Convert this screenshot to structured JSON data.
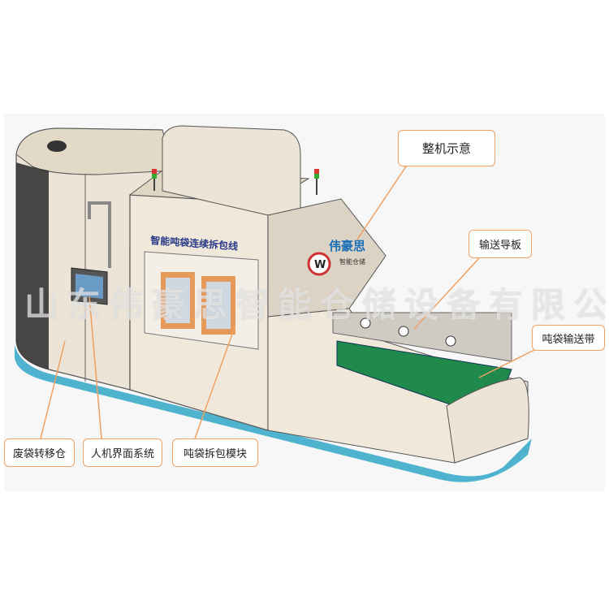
{
  "machine": {
    "panel_title": "智能吨袋连续拆包线",
    "logo_name": "伟豪思",
    "logo_sub": "智能仓储",
    "logo_letter": "W"
  },
  "callouts": {
    "overall": "整机示意",
    "guide_plate": "输送导板",
    "conveyor_belt": "吨袋输送带",
    "waste_bag_bin": "废袋转移仓",
    "hmi_system": "人机界面系统",
    "unpacking_module": "吨袋拆包模块"
  },
  "watermark": "山东伟豪思智能仓储设备有限公司",
  "colors": {
    "accent": "#f0a060",
    "belt": "#1f8a4c",
    "base": "#4fb3cf",
    "body": "#ece4d6"
  }
}
